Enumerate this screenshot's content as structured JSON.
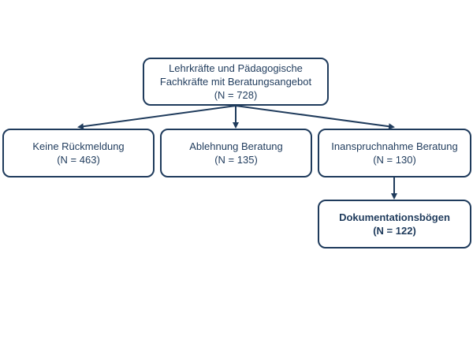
{
  "diagram": {
    "colors": {
      "stroke": "#1f3b5c",
      "text": "#1f3b5c",
      "background": "#ffffff"
    },
    "root": {
      "line1": "Lehrkräfte und Pädagogische",
      "line2": "Fachkräfte  mit Beratungsangebot",
      "count": "(N = 728)"
    },
    "branches": [
      {
        "label": "Keine Rückmeldung",
        "count": "(N = 463)"
      },
      {
        "label": "Ablehnung Beratung",
        "count": "(N = 135)"
      },
      {
        "label": "Inanspruchnahme Beratung",
        "count": "(N = 130)"
      }
    ],
    "documentation": {
      "label": "Dokumentationsbögen",
      "count": "(N = 122)"
    }
  }
}
